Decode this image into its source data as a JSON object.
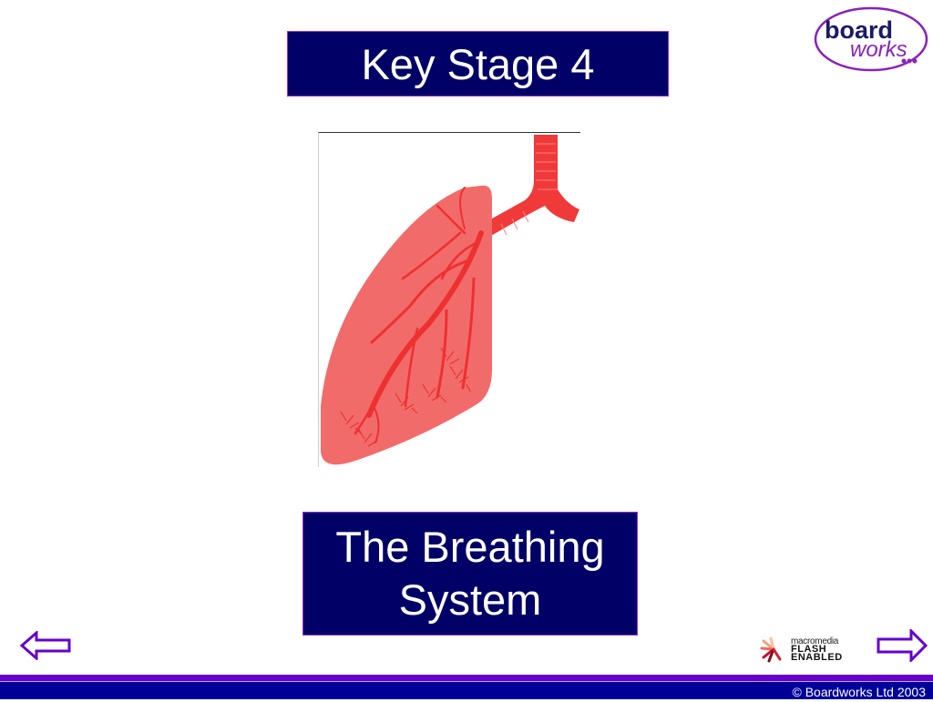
{
  "slide": {
    "title": "Key Stage 4",
    "subtitle_line1": "The Breathing",
    "subtitle_line2": "System",
    "image": {
      "alt": "lung-diagram",
      "description": "Illustration of a single lung with trachea and branching bronchi"
    }
  },
  "branding": {
    "logo_word1": "board",
    "logo_word2": "works",
    "flash_badge": {
      "line1": "macromedia",
      "line2": "FLASH",
      "line3": "ENABLED"
    }
  },
  "navigation": {
    "prev_icon": "arrow-left-icon",
    "next_icon": "arrow-right-icon"
  },
  "footer": {
    "copyright": "© Boardworks Ltd 2003"
  },
  "colors": {
    "title_bg": "#000066",
    "box_border": "#9933cc",
    "arrow_stroke": "#6600cc",
    "band_purple": "#6600cc",
    "footer_bg": "#000099",
    "lung_fill": "#f26b6b",
    "airway_red": "#f03a3a"
  }
}
